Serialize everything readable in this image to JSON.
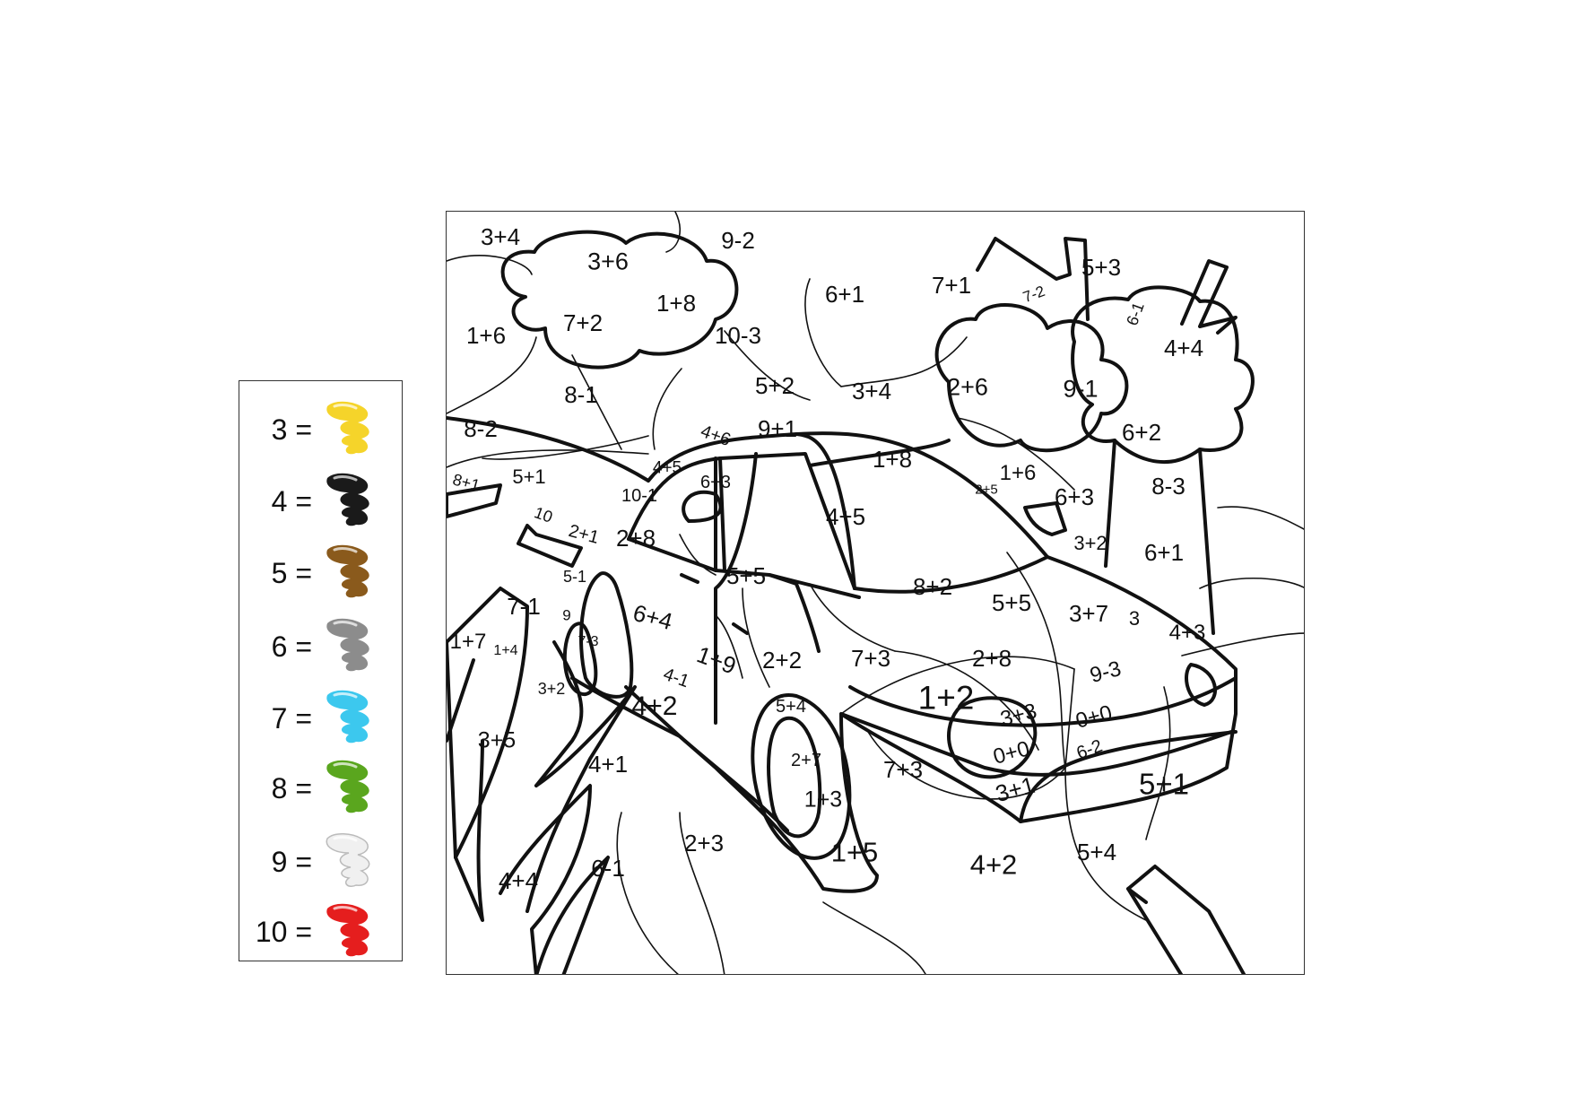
{
  "legend": [
    {
      "label": "3 =",
      "color": "#f5d42a",
      "color_name": "yellow"
    },
    {
      "label": "4 =",
      "color": "#1a1a1a",
      "color_name": "black"
    },
    {
      "label": "5 =",
      "color": "#8a5a1c",
      "color_name": "brown"
    },
    {
      "label": "6 =",
      "color": "#8c8c8c",
      "color_name": "gray"
    },
    {
      "label": "7 =",
      "color": "#3cc8ee",
      "color_name": "light-blue"
    },
    {
      "label": "8 =",
      "color": "#5aa61e",
      "color_name": "green"
    },
    {
      "label": "9 =",
      "color": "#f0f0f0",
      "color_name": "white"
    },
    {
      "label": "10 =",
      "color": "#e51e1e",
      "color_name": "red"
    }
  ],
  "regions": [
    "3+4",
    "3+6",
    "9-2",
    "7+1",
    "7-2",
    "5+3",
    "6-1",
    "1+8",
    "6+1",
    "7+2",
    "1+6",
    "10-3",
    "4+4",
    "2+6",
    "9-1",
    "8-1",
    "5+2",
    "3+4",
    "8-2",
    "9+1",
    "4+6",
    "6+2",
    "1+8",
    "4+5",
    "8+1",
    "5+1",
    "1+6",
    "10-1",
    "6+3",
    "10",
    "2+5",
    "8-3",
    "6+3",
    "4+5",
    "2+1",
    "2+8",
    "3+2",
    "6+1",
    "5-1",
    "5+5",
    "7-1",
    "9",
    "8+2",
    "5+5",
    "3+7",
    "3",
    "4+3",
    "6+4",
    "1+7",
    "1+4",
    "7-3",
    "1+9",
    "2+2",
    "7+3",
    "2+8",
    "1+2",
    "4-1",
    "3+2",
    "4+2",
    "5+4",
    "3+3",
    "9-3",
    "0+0",
    "3+5",
    "0+0",
    "2+7",
    "6-2",
    "4+1",
    "7+3",
    "1+3",
    "3+1",
    "5+1",
    "2+3",
    "1+5",
    "4+2",
    "5+4",
    "6-1",
    "4+4"
  ]
}
